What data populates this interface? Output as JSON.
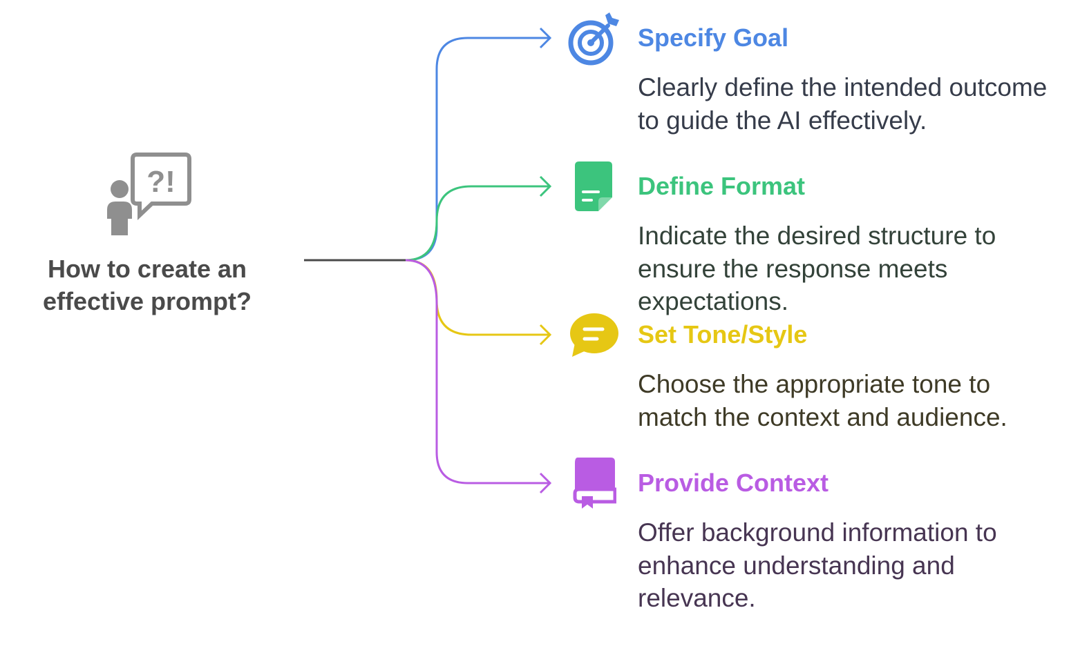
{
  "root": {
    "title": "How to create an effective prompt?",
    "icon": "person-question-bubble-icon",
    "icon_glyph": "?!",
    "color": "#8f8f8f",
    "line_color": "#4a4a4a"
  },
  "branches": [
    {
      "title": "Specify Goal",
      "description": "Clearly define the intended outcome to guide the AI effectively.",
      "icon": "target-icon",
      "color": "#4d87e3",
      "text_color": "#363c4a"
    },
    {
      "title": "Define Format",
      "description": "Indicate the desired structure to ensure the response meets expectations.",
      "icon": "document-format-icon",
      "color": "#3cc47d",
      "text_color": "#334239"
    },
    {
      "title": "Set Tone/Style",
      "description": "Choose the appropriate tone to match the context and audience.",
      "icon": "speech-bubble-icon",
      "color": "#e6c714",
      "text_color": "#3e3a26"
    },
    {
      "title": "Provide Context",
      "description": "Offer background information to enhance understanding and relevance.",
      "icon": "book-icon",
      "color": "#b95ce3",
      "text_color": "#473552"
    }
  ]
}
